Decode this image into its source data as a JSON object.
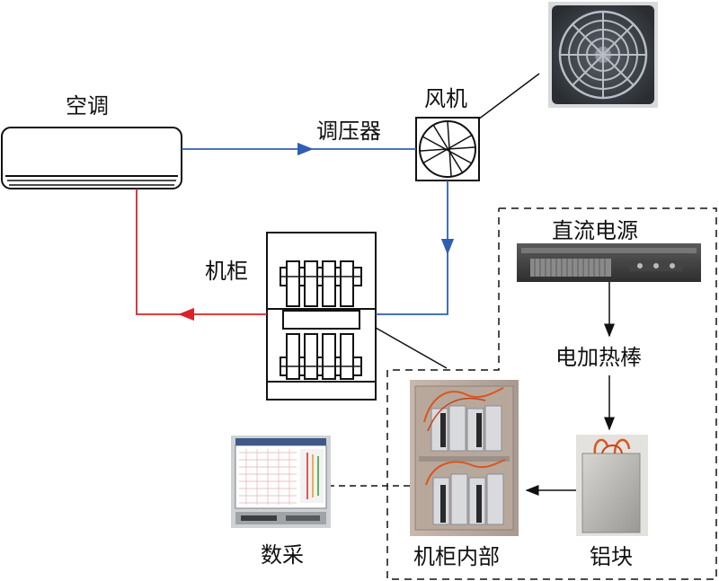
{
  "labels": {
    "ac": "空调",
    "fan": "风机",
    "regulator": "调压器",
    "cabinet": "机柜",
    "dc_power": "直流电源",
    "heater_rod": "电加热棒",
    "aluminum_block": "铝块",
    "cabinet_interior": "机柜内部",
    "data_acquisition": "数采"
  },
  "colors": {
    "cold_air": "#2f5fb3",
    "hot_air": "#d9222a",
    "line": "#111111"
  },
  "icons": {
    "fan_photo": "fan-icon",
    "ac_unit": "air-conditioner-icon",
    "cabinet": "server-cabinet-icon",
    "power_supply": "power-supply-icon",
    "monitor": "monitor-icon",
    "block": "aluminum-block-icon"
  }
}
